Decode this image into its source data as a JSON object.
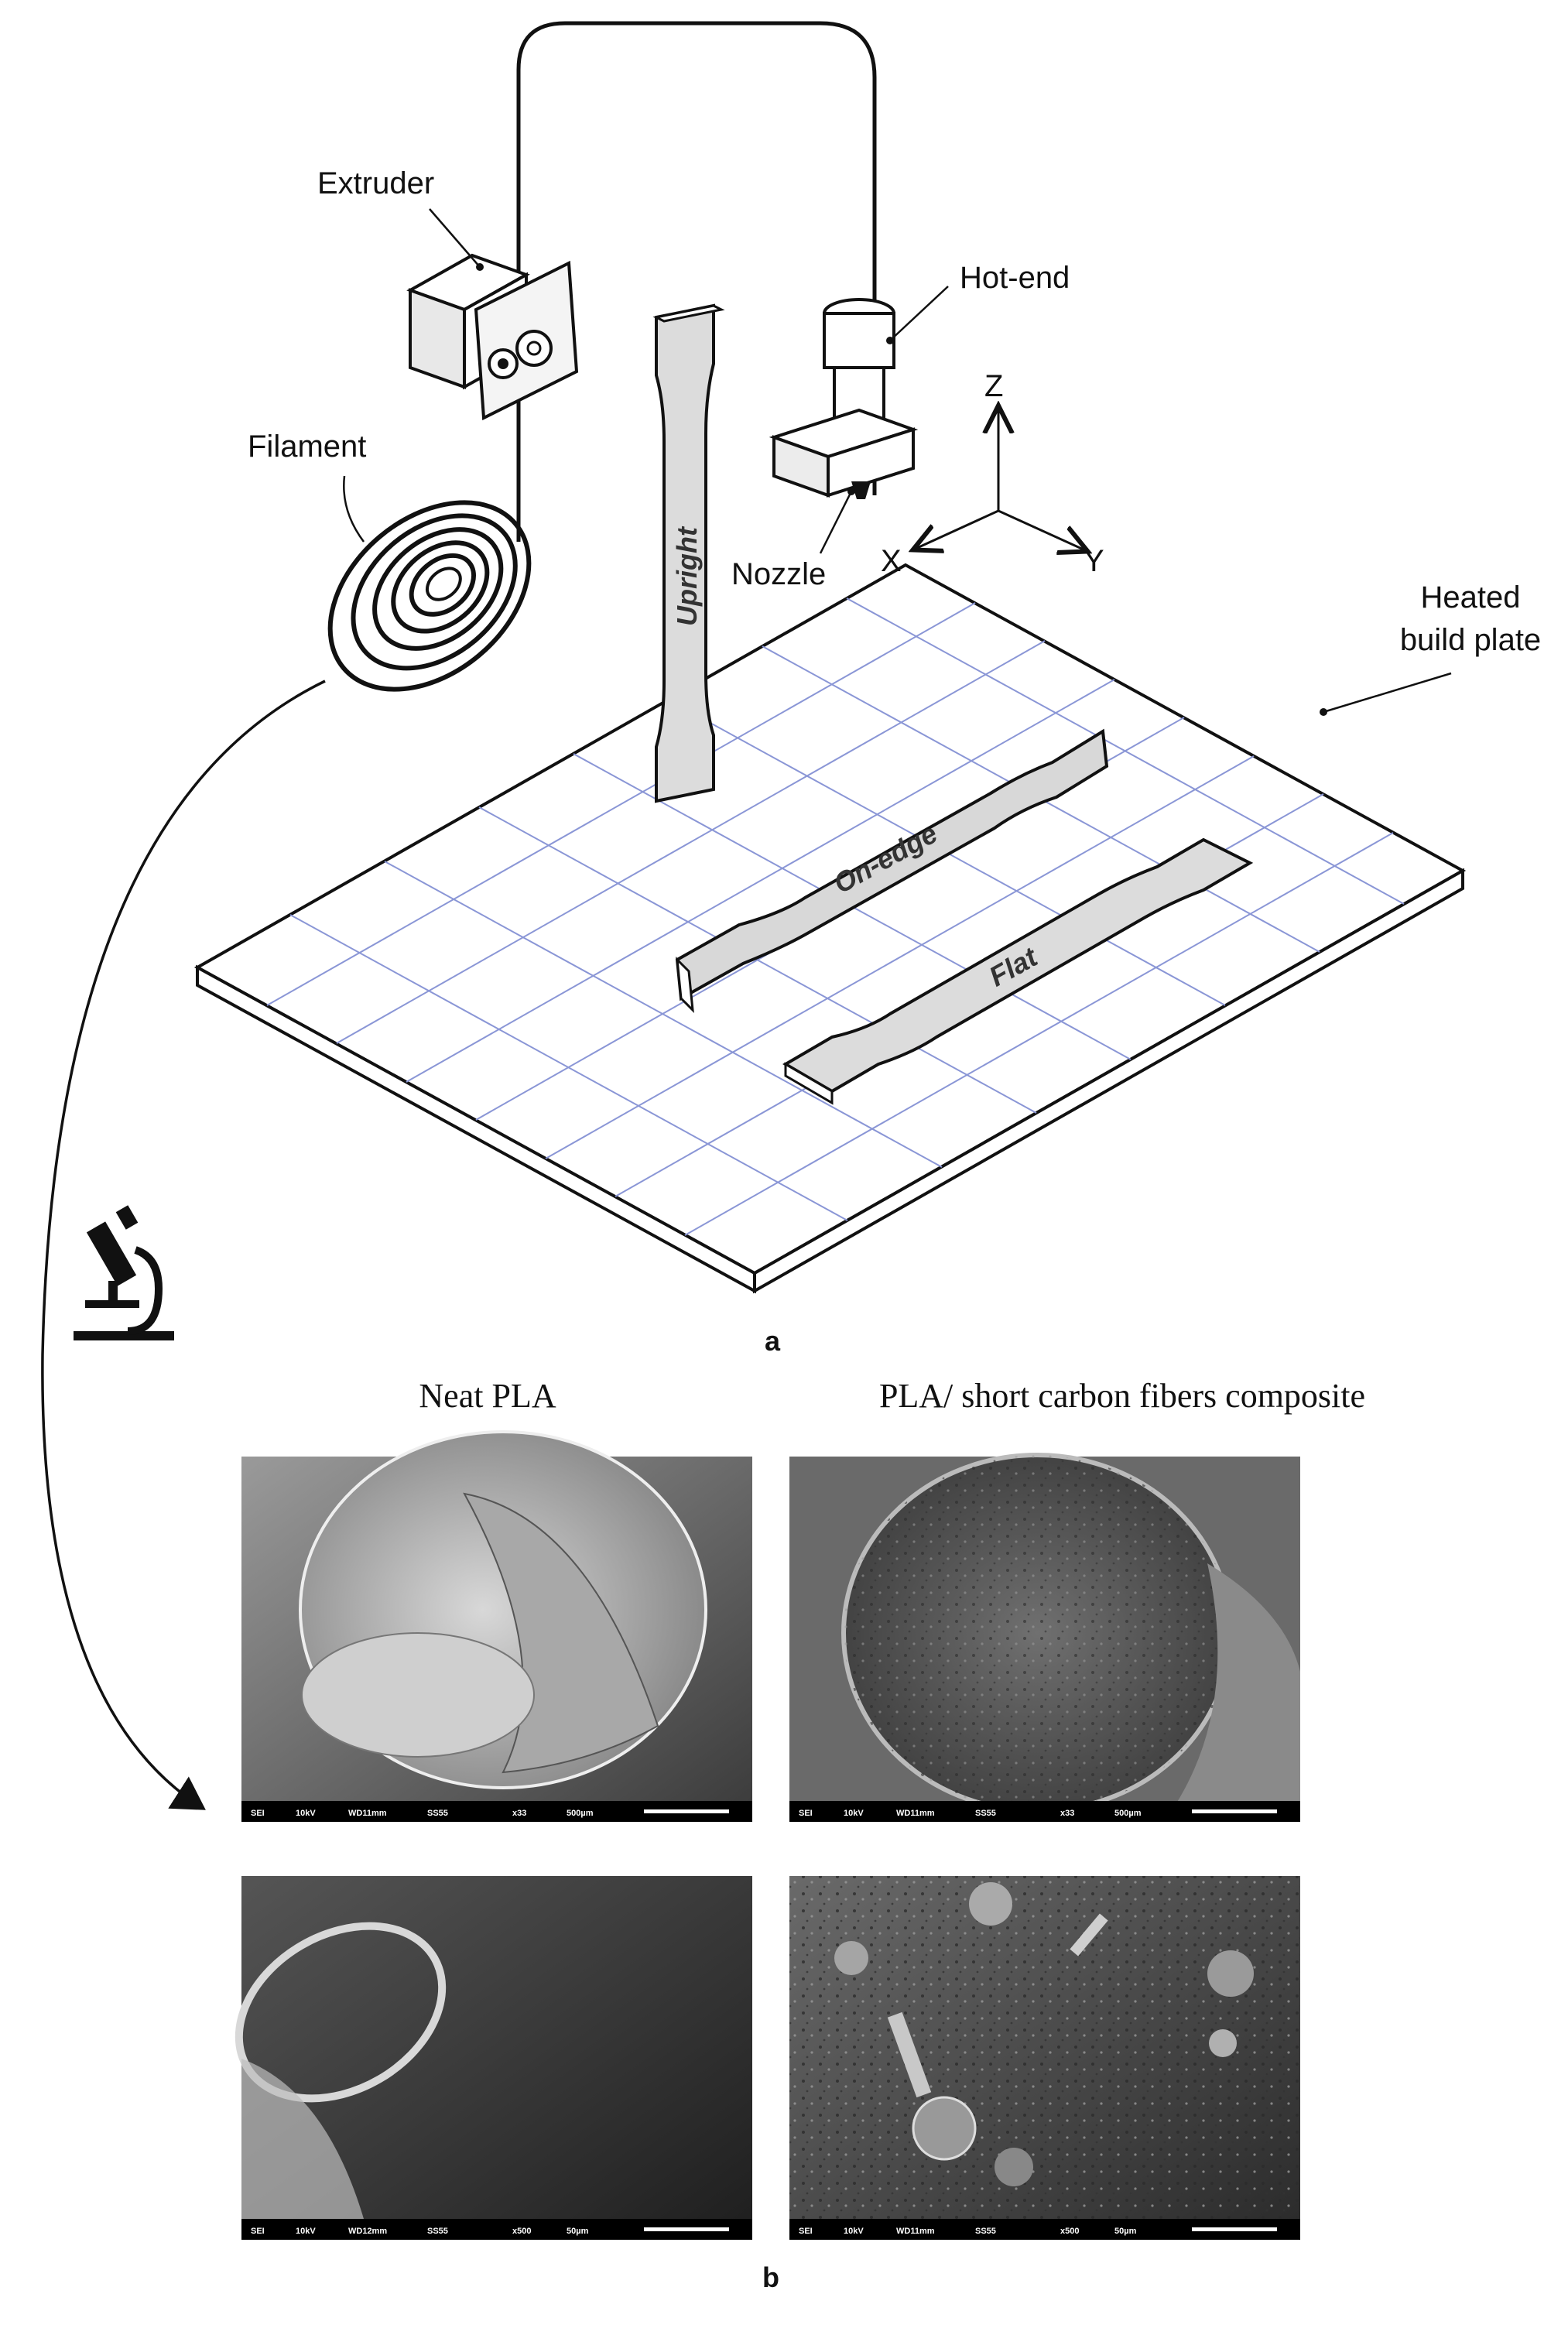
{
  "panel_a": {
    "letter": "a",
    "labels": {
      "extruder": "Extruder",
      "hot_end": "Hot-end",
      "filament": "Filament",
      "nozzle": "Nozzle",
      "heated_line1": "Heated",
      "heated_line2": "build plate"
    },
    "axes": {
      "z": "Z",
      "x": "X",
      "y": "Y"
    },
    "specimens": {
      "upright": "Upright",
      "on_edge": "On-edge",
      "flat": "Flat"
    }
  },
  "panel_b": {
    "letter": "b",
    "col_left": "Neat PLA",
    "col_right": "PLA/ short carbon fibers composite",
    "images": [
      {
        "bar": [
          "SEI",
          "10kV",
          "WD11mm",
          "SS55",
          "x33",
          "500µm"
        ]
      },
      {
        "bar": [
          "SEI",
          "10kV",
          "WD11mm",
          "SS55",
          "x33",
          "500µm"
        ]
      },
      {
        "bar": [
          "SEI",
          "10kV",
          "WD12mm",
          "SS55",
          "x500",
          "50µm"
        ]
      },
      {
        "bar": [
          "SEI",
          "10kV",
          "WD11mm",
          "SS55",
          "x500",
          "50µm"
        ]
      }
    ]
  }
}
